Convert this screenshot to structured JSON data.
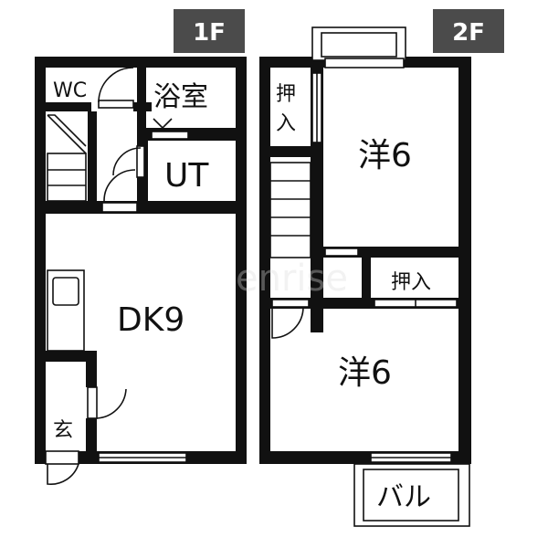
{
  "floors": [
    {
      "label": "1F"
    },
    {
      "label": "2F"
    }
  ],
  "rooms_1f": {
    "wc": "WC",
    "bath": "浴室",
    "utility": "UT",
    "dining_kitchen": "DK9",
    "entrance": "玄"
  },
  "rooms_2f": {
    "closet_upper": "押入",
    "western_upper": "洋6",
    "closet_mid": "押入",
    "western_lower": "洋6",
    "balcony": "バル"
  },
  "watermark": "enrise",
  "colors": {
    "wall": "#111111",
    "badge": "#4b4b4b",
    "fixture": "#cfcfcf",
    "background": "#ffffff"
  }
}
